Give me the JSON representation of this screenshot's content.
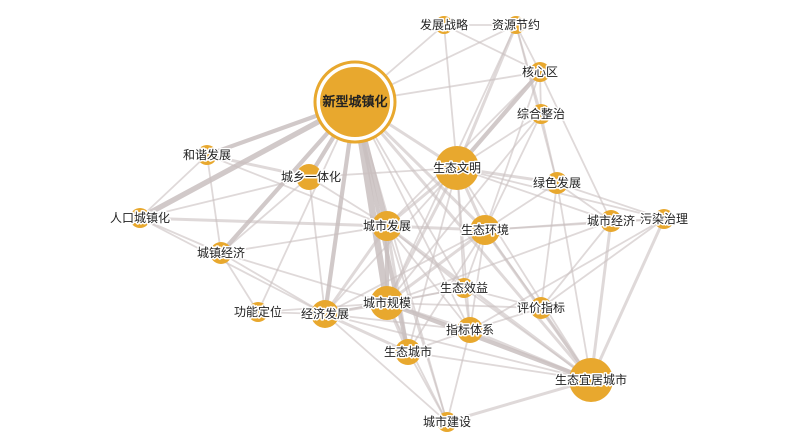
{
  "diagram": {
    "type": "co-occurrence-network",
    "colors": {
      "node_fill": "#e8a82e",
      "node_ring": "#e8a82e",
      "edge": "#c9bfbf",
      "label": "#222222"
    },
    "nodes": [
      {
        "id": "xinxing",
        "label": "新型城镇化",
        "hub": true
      },
      {
        "id": "fazhanzhanlue",
        "label": "发展战略"
      },
      {
        "id": "ziyuanjieyue",
        "label": "资源节约"
      },
      {
        "id": "hexinqu",
        "label": "核心区"
      },
      {
        "id": "zonghezhengzhi",
        "label": "综合整治"
      },
      {
        "id": "hexiefazhan",
        "label": "和谐发展"
      },
      {
        "id": "chengxiang",
        "label": "城乡一体化"
      },
      {
        "id": "shengtaiwenming",
        "label": "生态文明"
      },
      {
        "id": "lvsefazhan",
        "label": "绿色发展"
      },
      {
        "id": "renkou",
        "label": "人口城镇化"
      },
      {
        "id": "chengshifazhan",
        "label": "城市发展"
      },
      {
        "id": "shengtaihuanjing",
        "label": "生态环境"
      },
      {
        "id": "chengshijingji",
        "label": "城市经济"
      },
      {
        "id": "wuran",
        "label": "污染治理"
      },
      {
        "id": "chengzhenjingji",
        "label": "城镇经济"
      },
      {
        "id": "shengtaixiaoyi",
        "label": "生态效益"
      },
      {
        "id": "gongnengdingwei",
        "label": "功能定位"
      },
      {
        "id": "jingjifazhan",
        "label": "经济发展"
      },
      {
        "id": "chengshiguimo",
        "label": "城市规模"
      },
      {
        "id": "pingjiazhibiao",
        "label": "评价指标"
      },
      {
        "id": "zhibiaotixi",
        "label": "指标体系"
      },
      {
        "id": "shengtaichengshi",
        "label": "生态城市"
      },
      {
        "id": "shengtaiyiju",
        "label": "生态宜居城市"
      },
      {
        "id": "chengshijianshe",
        "label": "城市建设"
      }
    ],
    "edges": [
      [
        "xinxing",
        "renkou",
        4
      ],
      [
        "xinxing",
        "hexiefazhan",
        3
      ],
      [
        "xinxing",
        "chengxiang",
        3
      ],
      [
        "xinxing",
        "chengzhenjingji",
        3
      ],
      [
        "xinxing",
        "chengshifazhan",
        4
      ],
      [
        "xinxing",
        "chengshiguimo",
        5
      ],
      [
        "xinxing",
        "jingjifazhan",
        3
      ],
      [
        "xinxing",
        "shengtaiwenming",
        2
      ],
      [
        "xinxing",
        "shengtaihuanjing",
        2
      ],
      [
        "xinxing",
        "shengtaichengshi",
        3
      ],
      [
        "xinxing",
        "gongnengdingwei",
        1
      ],
      [
        "xinxing",
        "fazhanzhanlue",
        1
      ],
      [
        "xinxing",
        "ziyuanjieyue",
        1
      ],
      [
        "xinxing",
        "hexinqu",
        1
      ],
      [
        "xinxing",
        "shengtaiyiju",
        2
      ],
      [
        "xinxing",
        "zhibiaotixi",
        1
      ],
      [
        "xinxing",
        "shengtaixiaoyi",
        1
      ],
      [
        "xinxing",
        "chengshijianshe",
        1
      ],
      [
        "fazhanzhanlue",
        "shengtaiwenming",
        1
      ],
      [
        "fazhanzhanlue",
        "ziyuanjieyue",
        1
      ],
      [
        "fazhanzhanlue",
        "hexinqu",
        1
      ],
      [
        "ziyuanjieyue",
        "shengtaiwenming",
        2
      ],
      [
        "ziyuanjieyue",
        "hexinqu",
        1
      ],
      [
        "ziyuanjieyue",
        "zonghezhengzhi",
        1
      ],
      [
        "ziyuanjieyue",
        "chengshiguimo",
        1
      ],
      [
        "ziyuanjieyue",
        "lvsefazhan",
        1
      ],
      [
        "hexinqu",
        "shengtaiwenming",
        3
      ],
      [
        "hexinqu",
        "zonghezhengzhi",
        1
      ],
      [
        "hexinqu",
        "chengshifazhan",
        1
      ],
      [
        "hexinqu",
        "shengtaihuanjing",
        1
      ],
      [
        "hexinqu",
        "chengshijingji",
        1
      ],
      [
        "zonghezhengzhi",
        "shengtaihuanjing",
        1
      ],
      [
        "zonghezhengzhi",
        "lvsefazhan",
        1
      ],
      [
        "zonghezhengzhi",
        "chengshiguimo",
        1
      ],
      [
        "zonghezhengzhi",
        "shengtaiwenming",
        1
      ],
      [
        "hexiefazhan",
        "chengxiang",
        2
      ],
      [
        "hexiefazhan",
        "renkou",
        1
      ],
      [
        "hexiefazhan",
        "chengshifazhan",
        1
      ],
      [
        "hexiefazhan",
        "chengzhenjingji",
        1
      ],
      [
        "chengxiang",
        "chengshifazhan",
        1
      ],
      [
        "chengxiang",
        "renkou",
        1
      ],
      [
        "chengxiang",
        "chengzhenjingji",
        1
      ],
      [
        "chengxiang",
        "jingjifazhan",
        1
      ],
      [
        "chengxiang",
        "shengtaiwenming",
        1
      ],
      [
        "renkou",
        "chengshifazhan",
        2
      ],
      [
        "renkou",
        "chengzhenjingji",
        1
      ],
      [
        "renkou",
        "jingjifazhan",
        1
      ],
      [
        "shengtaiwenming",
        "shengtaihuanjing",
        2
      ],
      [
        "shengtaiwenming",
        "lvsefazhan",
        2
      ],
      [
        "shengtaiwenming",
        "chengshifazhan",
        2
      ],
      [
        "shengtaiwenming",
        "chengshiguimo",
        2
      ],
      [
        "shengtaiwenming",
        "wuran",
        1
      ],
      [
        "shengtaiwenming",
        "chengshijingji",
        1
      ],
      [
        "shengtaiwenming",
        "jingjifazhan",
        1
      ],
      [
        "shengtaiwenming",
        "shengtaichengshi",
        1
      ],
      [
        "shengtaiwenming",
        "shengtaiyiju",
        1
      ],
      [
        "shengtaiwenming",
        "zhibiaotixi",
        1
      ],
      [
        "shengtaiwenming",
        "shengtaixiaoyi",
        1
      ],
      [
        "lvsefazhan",
        "chengshijingji",
        1
      ],
      [
        "lvsefazhan",
        "wuran",
        1
      ],
      [
        "lvsefazhan",
        "shengtaihuanjing",
        1
      ],
      [
        "lvsefazhan",
        "pingjiazhibiao",
        1
      ],
      [
        "lvsefazhan",
        "shengtaiyiju",
        1
      ],
      [
        "chengshifazhan",
        "shengtaihuanjing",
        2
      ],
      [
        "chengshifazhan",
        "chengshiguimo",
        3
      ],
      [
        "chengshifazhan",
        "jingjifazhan",
        2
      ],
      [
        "chengshifazhan",
        "shengtaichengshi",
        2
      ],
      [
        "chengshifazhan",
        "chengzhenjingji",
        1
      ],
      [
        "chengshifazhan",
        "shengtaixiaoyi",
        1
      ],
      [
        "chengshifazhan",
        "zhibiaotixi",
        1
      ],
      [
        "chengshifazhan",
        "shengtaiyiju",
        2
      ],
      [
        "chengshifazhan",
        "chengshijianshe",
        1
      ],
      [
        "shengtaihuanjing",
        "chengshiguimo",
        2
      ],
      [
        "shengtaihuanjing",
        "shengtaixiaoyi",
        1
      ],
      [
        "shengtaihuanjing",
        "chengshijingji",
        1
      ],
      [
        "shengtaihuanjing",
        "wuran",
        1
      ],
      [
        "shengtaihuanjing",
        "pingjiazhibiao",
        1
      ],
      [
        "shengtaihuanjing",
        "zhibiaotixi",
        1
      ],
      [
        "shengtaihuanjing",
        "shengtaiyiju",
        2
      ],
      [
        "shengtaihuanjing",
        "jingjifazhan",
        1
      ],
      [
        "shengtaihuanjing",
        "shengtaichengshi",
        1
      ],
      [
        "chengshijingji",
        "wuran",
        1
      ],
      [
        "chengshijingji",
        "shengtaiyiju",
        2
      ],
      [
        "chengshijingji",
        "pingjiazhibiao",
        1
      ],
      [
        "chengshijingji",
        "chengshiguimo",
        1
      ],
      [
        "wuran",
        "shengtaiyiju",
        2
      ],
      [
        "wuran",
        "pingjiazhibiao",
        1
      ],
      [
        "wuran",
        "zhibiaotixi",
        1
      ],
      [
        "chengzhenjingji",
        "jingjifazhan",
        1
      ],
      [
        "chengzhenjingji",
        "chengshiguimo",
        1
      ],
      [
        "chengzhenjingji",
        "gongnengdingwei",
        1
      ],
      [
        "shengtaixiaoyi",
        "chengshiguimo",
        1
      ],
      [
        "shengtaixiaoyi",
        "zhibiaotixi",
        1
      ],
      [
        "shengtaixiaoyi",
        "shengtaiyiju",
        1
      ],
      [
        "shengtaixiaoyi",
        "jingjifazhan",
        1
      ],
      [
        "shengtaixiaoyi",
        "pingjiazhibiao",
        1
      ],
      [
        "gongnengdingwei",
        "jingjifazhan",
        1
      ],
      [
        "gongnengdingwei",
        "chengshiguimo",
        1
      ],
      [
        "jingjifazhan",
        "chengshiguimo",
        2
      ],
      [
        "jingjifazhan",
        "shengtaichengshi",
        2
      ],
      [
        "jingjifazhan",
        "zhibiaotixi",
        1
      ],
      [
        "jingjifazhan",
        "chengshijianshe",
        1
      ],
      [
        "jingjifazhan",
        "shengtaiyiju",
        1
      ],
      [
        "chengshiguimo",
        "zhibiaotixi",
        2
      ],
      [
        "chengshiguimo",
        "shengtaichengshi",
        2
      ],
      [
        "chengshiguimo",
        "shengtaiyiju",
        3
      ],
      [
        "chengshiguimo",
        "chengshijianshe",
        1
      ],
      [
        "chengshiguimo",
        "pingjiazhibiao",
        1
      ],
      [
        "pingjiazhibiao",
        "zhibiaotixi",
        1
      ],
      [
        "pingjiazhibiao",
        "shengtaiyiju",
        2
      ],
      [
        "zhibiaotixi",
        "shengtaichengshi",
        1
      ],
      [
        "zhibiaotixi",
        "shengtaiyiju",
        2
      ],
      [
        "zhibiaotixi",
        "chengshijianshe",
        1
      ],
      [
        "shengtaichengshi",
        "chengshijianshe",
        1
      ],
      [
        "shengtaichengshi",
        "shengtaiyiju",
        1
      ],
      [
        "shengtaiyiju",
        "chengshijianshe",
        2
      ]
    ]
  }
}
